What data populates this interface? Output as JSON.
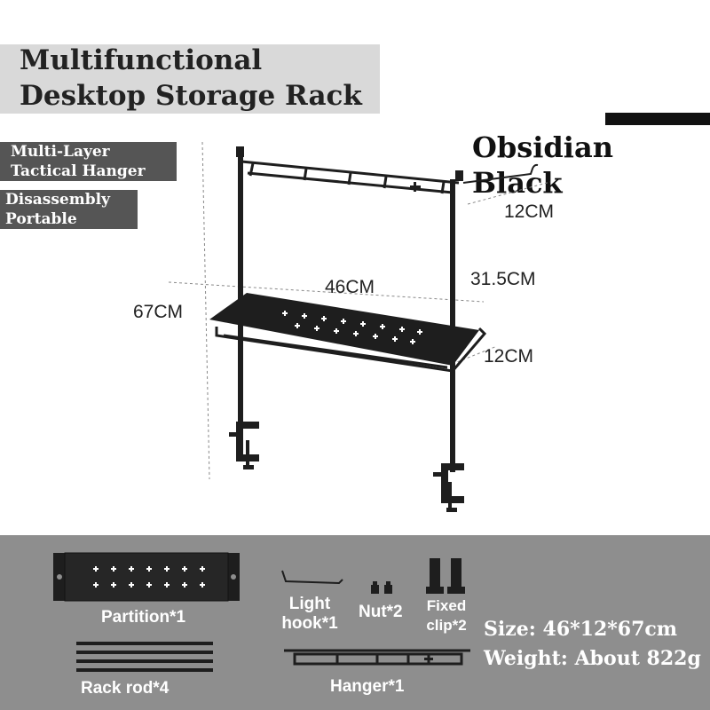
{
  "title": {
    "line1": "Multifunctional",
    "line2": "Desktop Storage Rack"
  },
  "tags": [
    {
      "line1": "Multi-Layer",
      "line2": "Tactical Hanger"
    },
    {
      "line1": "Disassembly",
      "line2": "Portable"
    }
  ],
  "color_name": "Obsidian Black",
  "dimensions": {
    "top_depth": "12CM",
    "width": "46CM",
    "upper_height": "31.5CM",
    "total_height": "67CM",
    "shelf_depth": "12CM"
  },
  "parts": {
    "partition": "Partition*1",
    "light_hook": {
      "line1": "Light",
      "line2": "hook*1"
    },
    "nut": "Nut*2",
    "fixed_clip": {
      "line1": "Fixed",
      "line2": "clip*2"
    },
    "rack_rod": "Rack rod*4",
    "hanger": "Hanger*1"
  },
  "specs": {
    "size": "Size: 46*12*67cm",
    "weight": "Weight: About 822g"
  },
  "colors": {
    "title_bg": "#d9d9d9",
    "tag_bg": "#555555",
    "bottom_bg": "#8e8e8e",
    "product": "#1e1e1e"
  }
}
